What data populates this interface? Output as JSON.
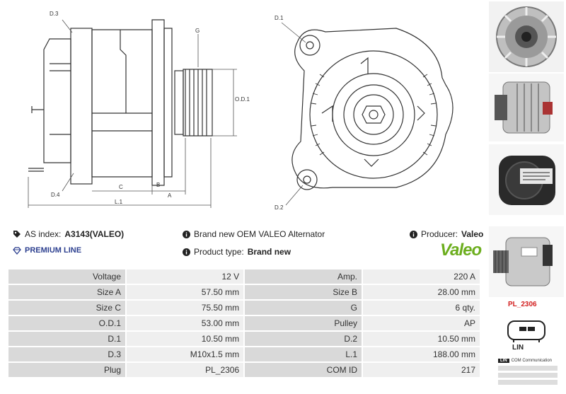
{
  "drawing": {
    "labels": {
      "d3": "D.3",
      "g": "G",
      "od1": "O.D.1",
      "d4": "D.4",
      "c": "C",
      "b": "B",
      "a": "A",
      "l1": "L.1",
      "d1": "D.1",
      "d2": "D.2"
    }
  },
  "info": {
    "as_index_label": "AS index:",
    "as_index_value": "A3143(VALEO)",
    "premium_line": "PREMIUM LINE",
    "description": "Brand new OEM VALEO Alternator",
    "product_type_label": "Product type:",
    "product_type_value": "Brand new",
    "producer_label": "Producer:",
    "producer_value": "Valeo",
    "brand_logo_text": "Valeo"
  },
  "specs": [
    {
      "l1": "Voltage",
      "v1": "12 V",
      "l2": "Amp.",
      "v2": "220 A"
    },
    {
      "l1": "Size A",
      "v1": "57.50 mm",
      "l2": "Size B",
      "v2": "28.00 mm"
    },
    {
      "l1": "Size C",
      "v1": "75.50 mm",
      "l2": "G",
      "v2": "6 qty."
    },
    {
      "l1": "O.D.1",
      "v1": "53.00 mm",
      "l2": "Pulley",
      "v2": "AP"
    },
    {
      "l1": "D.1",
      "v1": "10.50 mm",
      "l2": "D.2",
      "v2": "10.50 mm"
    },
    {
      "l1": "D.3",
      "v1": "M10x1.5 mm",
      "l2": "L.1",
      "v2": "188.00 mm"
    },
    {
      "l1": "Plug",
      "v1": "PL_2306",
      "l2": "COM ID",
      "v2": "217"
    }
  ],
  "sidebar": {
    "plug_code": "PL_2306",
    "connector_label": "LIN",
    "comm_tag": "LIN",
    "comm_text": "COM Communication"
  },
  "colors": {
    "accent_blue": "#2c3f8f",
    "valeo_green": "#6cae1e",
    "plug_red": "#d21f1f"
  }
}
